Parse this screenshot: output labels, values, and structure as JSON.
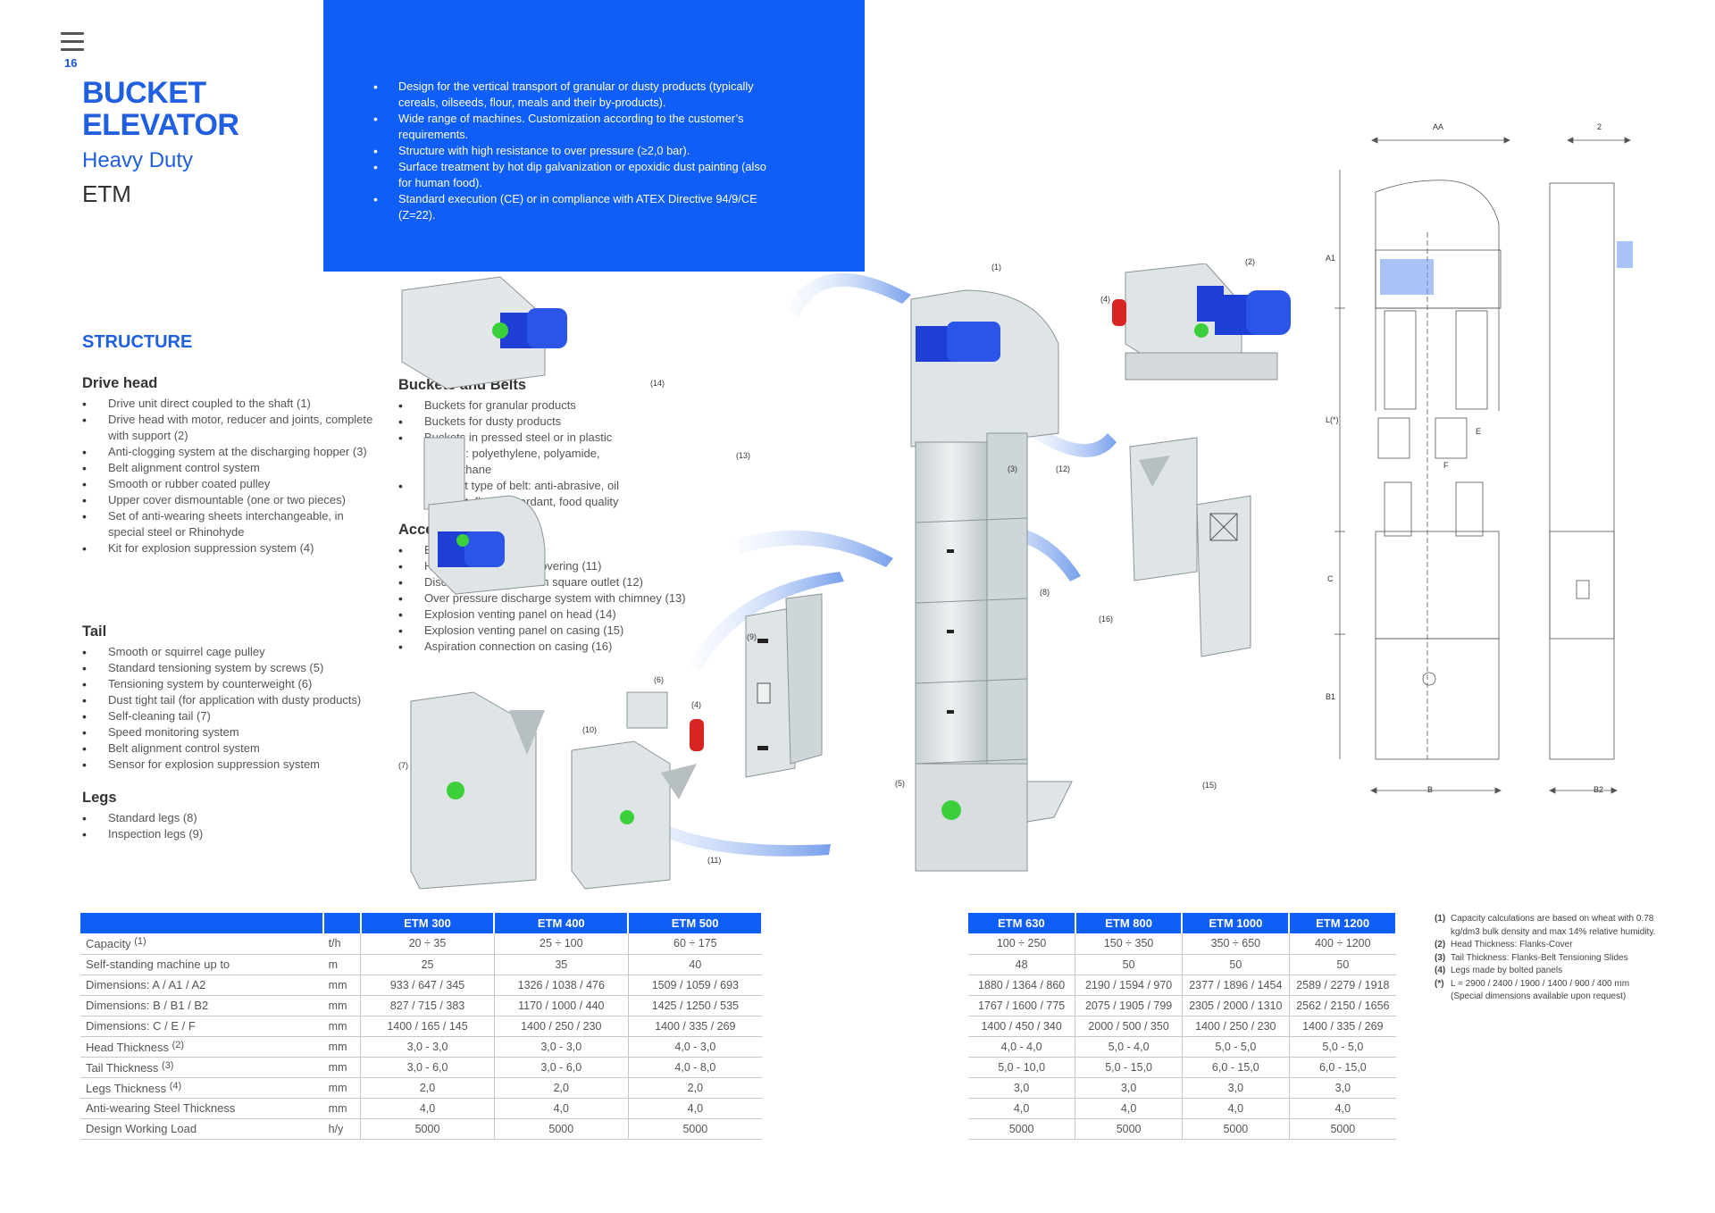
{
  "header": {
    "page_number": "16",
    "title_line1": "BUCKET",
    "title_line2": "ELEVATOR",
    "subtitle": "Heavy Duty",
    "model": "ETM"
  },
  "intro": [
    "Design for the vertical transport of granular or dusty products (typically cereals, oilseeds, flour, meals and their by-products).",
    "Wide range of machines. Customization according to the customer’s requirements.",
    "Structure with high resistance to over pressure (≥2,0 bar).",
    "Surface treatment by hot dip galvanization or epoxidic dust painting (also for human food).",
    "Standard execution (CE) or in compliance with ATEX Directive 94/9/CE (Z=22)."
  ],
  "structure": {
    "heading": "STRUCTURE",
    "drive_head": {
      "title": "Drive head",
      "items": [
        "Drive unit direct coupled to the shaft (1)",
        "Drive head with motor, reducer and joints, complete with support (2)",
        "Anti-clogging system at the discharging hopper (3)",
        "Belt alignment control system",
        "Smooth or rubber coated pulley",
        "Upper cover dismountable (one or two pieces)",
        "Set of anti-wearing sheets interchangeable, in special steel or Rhinohyde",
        "Kit for explosion suppression system (4)"
      ]
    },
    "tail": {
      "title": "Tail",
      "items": [
        "Smooth or squirrel cage pulley",
        "Standard tensioning system by screws (5)",
        "Tensioning system by counterweight (6)",
        "Dust tight tail (for application with dusty products)",
        "Self-cleaning tail (7)",
        "Speed monitoring system",
        "Belt alignment control system",
        "Sensor for explosion suppression system"
      ]
    },
    "legs": {
      "title": "Legs",
      "items": [
        "Standard legs (8)",
        "Inspection legs (9)"
      ]
    },
    "buckets": {
      "title": "Buckets and Belts",
      "items": [
        "Buckets for granular products",
        "Buckets for dusty products",
        "Buckets in pressed steel or in plastic material: polyethylene, polyamide, polyurethane",
        "Different type of belt: anti-abrasive, oil resistant, flame retardant, food quality"
      ]
    },
    "accessories": {
      "title": "Accessories",
      "items": [
        "Extra inlet hopper (10)",
        "Hopper for product recovering (11)",
        "Discharging hopper with square outlet (12)",
        "Over pressure discharge system with chimney (13)",
        "Explosion venting panel on head (14)",
        "Explosion venting panel on casing (15)",
        "Aspiration connection on casing (16)"
      ]
    }
  },
  "callouts": {
    "c1": "(1)",
    "c2": "(2)",
    "c3": "(3)",
    "c4a": "(4)",
    "c4b": "(4)",
    "c5": "(5)",
    "c6": "(6)",
    "c7": "(7)",
    "c8": "(8)",
    "c9": "(9)",
    "c10": "(10)",
    "c11": "(11)",
    "c12": "(12)",
    "c13": "(13)",
    "c14": "(14)",
    "c15": "(15)",
    "c16": "(16)"
  },
  "dimensions": {
    "AA": "AA",
    "A2": "2",
    "A1": "A1",
    "L": "L(*)",
    "E": "E",
    "F": "F",
    "C": "C",
    "B1": "B1",
    "B": "B",
    "B2": "B2"
  },
  "table1": {
    "headers": [
      "ETM 300",
      "ETM 400",
      "ETM 500"
    ],
    "rows": [
      {
        "label": "Capacity",
        "note": "(1)",
        "unit": "t/h",
        "values": [
          "20 ÷ 35",
          "25 ÷ 100",
          "60 ÷ 175"
        ]
      },
      {
        "label": "Self-standing machine up to",
        "note": "",
        "unit": "m",
        "values": [
          "25",
          "35",
          "40"
        ]
      },
      {
        "label": "Dimensions: A / A1 / A2",
        "note": "",
        "unit": "mm",
        "values": [
          "933 / 647 / 345",
          "1326 / 1038 / 476",
          "1509 / 1059 / 693"
        ]
      },
      {
        "label": "Dimensions: B / B1 / B2",
        "note": "",
        "unit": "mm",
        "values": [
          "827 / 715 / 383",
          "1170 / 1000 / 440",
          "1425 / 1250 / 535"
        ]
      },
      {
        "label": "Dimensions: C / E / F",
        "note": "",
        "unit": "mm",
        "values": [
          "1400 / 165 / 145",
          "1400 / 250 / 230",
          "1400 / 335 / 269"
        ]
      },
      {
        "label": "Head Thickness",
        "note": "(2)",
        "unit": "mm",
        "values": [
          "3,0 - 3,0",
          "3,0 - 3,0",
          "4,0 - 3,0"
        ]
      },
      {
        "label": "Tail Thickness",
        "note": "(3)",
        "unit": "mm",
        "values": [
          "3,0 - 6,0",
          "3,0 - 6,0",
          "4,0 - 8,0"
        ]
      },
      {
        "label": "Legs Thickness",
        "note": "(4)",
        "unit": "mm",
        "values": [
          "2,0",
          "2,0",
          "2,0"
        ]
      },
      {
        "label": "Anti-wearing Steel Thickness",
        "note": "",
        "unit": "mm",
        "values": [
          "4,0",
          "4,0",
          "4,0"
        ]
      },
      {
        "label": "Design Working Load",
        "note": "",
        "unit": "h/y",
        "values": [
          "5000",
          "5000",
          "5000"
        ]
      }
    ]
  },
  "table2": {
    "headers": [
      "ETM 630",
      "ETM 800",
      "ETM 1000",
      "ETM 1200"
    ],
    "rows": [
      [
        "100 ÷ 250",
        "150 ÷ 350",
        "350 ÷ 650",
        "400 ÷ 1200"
      ],
      [
        "48",
        "50",
        "50",
        "50"
      ],
      [
        "1880 / 1364 / 860",
        "2190 / 1594 / 970",
        "2377 / 1896 / 1454",
        "2589 / 2279 / 1918"
      ],
      [
        "1767 / 1600 / 775",
        "2075 / 1905 / 799",
        "2305 / 2000 / 1310",
        "2562 / 2150 / 1656"
      ],
      [
        "1400 / 450 / 340",
        "2000 / 500 / 350",
        "1400 / 250 / 230",
        "1400 / 335 / 269"
      ],
      [
        "4,0 - 4,0",
        "5,0 - 4,0",
        "5,0 - 5,0",
        "5,0 - 5,0"
      ],
      [
        "5,0 - 10,0",
        "5,0 - 15,0",
        "6,0 - 15,0",
        "6,0 - 15,0"
      ],
      [
        "3,0",
        "3,0",
        "3,0",
        "3,0"
      ],
      [
        "4,0",
        "4,0",
        "4,0",
        "4,0"
      ],
      [
        "5000",
        "5000",
        "5000",
        "5000"
      ]
    ]
  },
  "notes": [
    {
      "mark": "(1)",
      "text": "Capacity calculations are based on wheat with 0.78 kg/dm3 bulk density and max 14% relative humidity."
    },
    {
      "mark": "(2)",
      "text": "Head Thickness: Flanks-Cover"
    },
    {
      "mark": "(3)",
      "text": "Tail Thickness: Flanks-Belt Tensioning Slides"
    },
    {
      "mark": "(4)",
      "text": "Legs made by bolted panels"
    },
    {
      "mark": "(*)",
      "text": "L = 2900 / 2400 / 1900 / 1400 / 900 / 400 mm (Special dimensions available upon request)"
    }
  ],
  "colors": {
    "brand_blue": "#0f5ef7",
    "title_blue": "#1f5fe0",
    "machine_blue": "#1d3fd6",
    "galvanized": "#dfe4e6"
  }
}
